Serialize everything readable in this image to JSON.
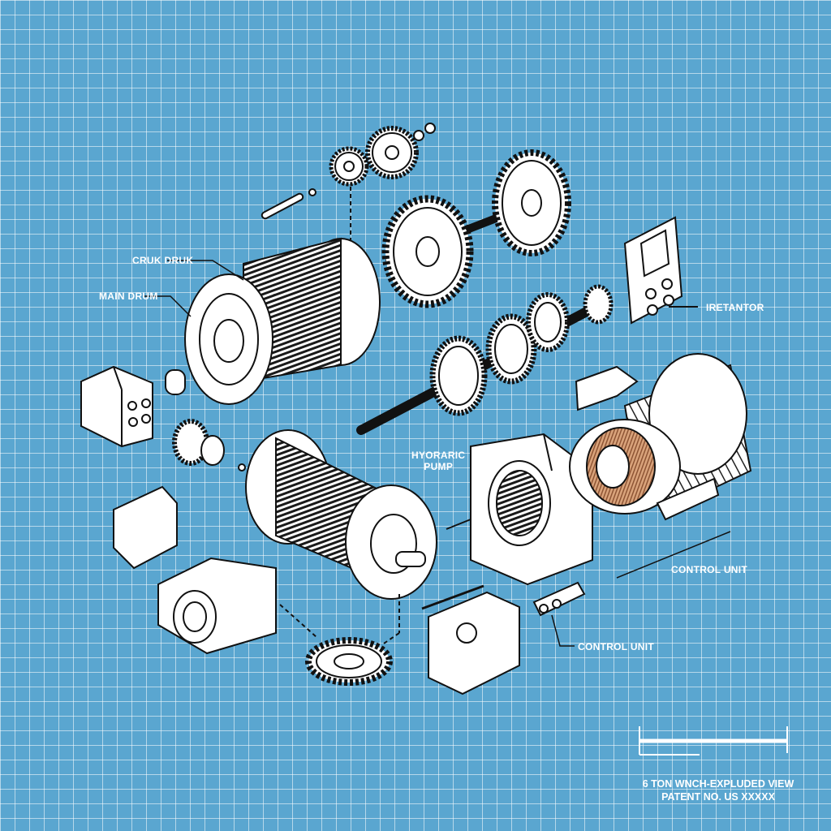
{
  "diagram": {
    "style": "blueprint exploded view",
    "colors": {
      "background": "#5aa6d0",
      "grid": "#e6f3fa",
      "linework": "#111111",
      "part_fill": "#ffffff",
      "winding": "#c98a5e"
    },
    "labels": {
      "crank_drum": "CRUK DRUK",
      "main_drum": "MAIN DRUM",
      "retentor": "IRETANTOR",
      "hydraulic_pump_line1": "HYORARIC",
      "hydraulic_pump_line2": "PUMP",
      "control_unit_upper": "CONTROL UNIT",
      "control_unit_lower": "CONTROL UNIT"
    },
    "title_block": {
      "title": "6 TON WNCH-EXPLUDED VIEW",
      "patent": "PATENT NO. US XXXXX"
    },
    "parts": [
      "upper drum",
      "lower drum",
      "large gear shaft",
      "gear train shaft",
      "electric motor",
      "hydraulic pump housing",
      "control panel",
      "gearbox housing",
      "loose ring gear",
      "pins and bushings"
    ]
  }
}
